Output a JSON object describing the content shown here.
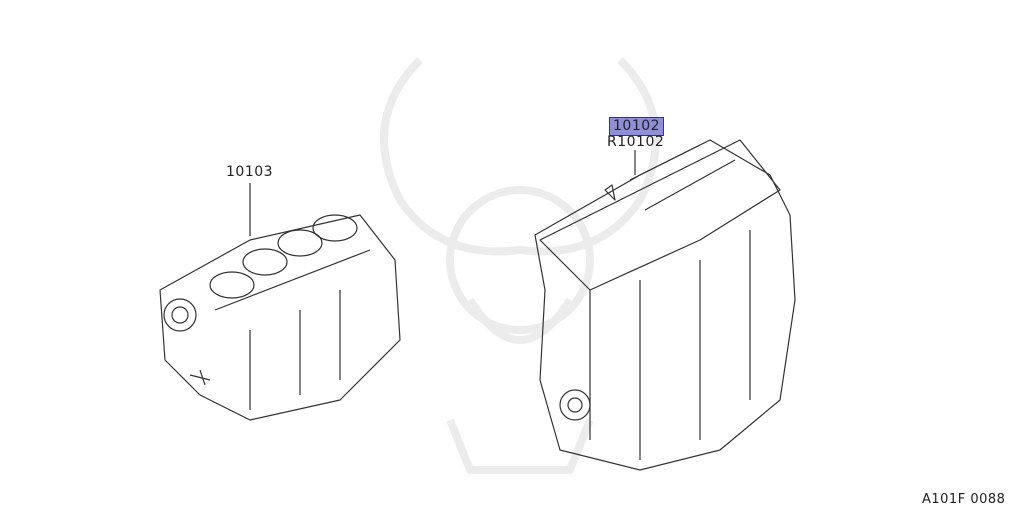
{
  "parts": [
    {
      "id": "block",
      "number": "10103",
      "highlighted": false
    },
    {
      "id": "engine",
      "number": "10102",
      "alt_number": "R10102",
      "highlighted": true
    }
  ],
  "diagram_code": "A101F 0088",
  "colors": {
    "highlight": "#8f8fd8",
    "highlight_border": "#33338a",
    "line": "#333333",
    "watermark": "#eeeeee"
  }
}
